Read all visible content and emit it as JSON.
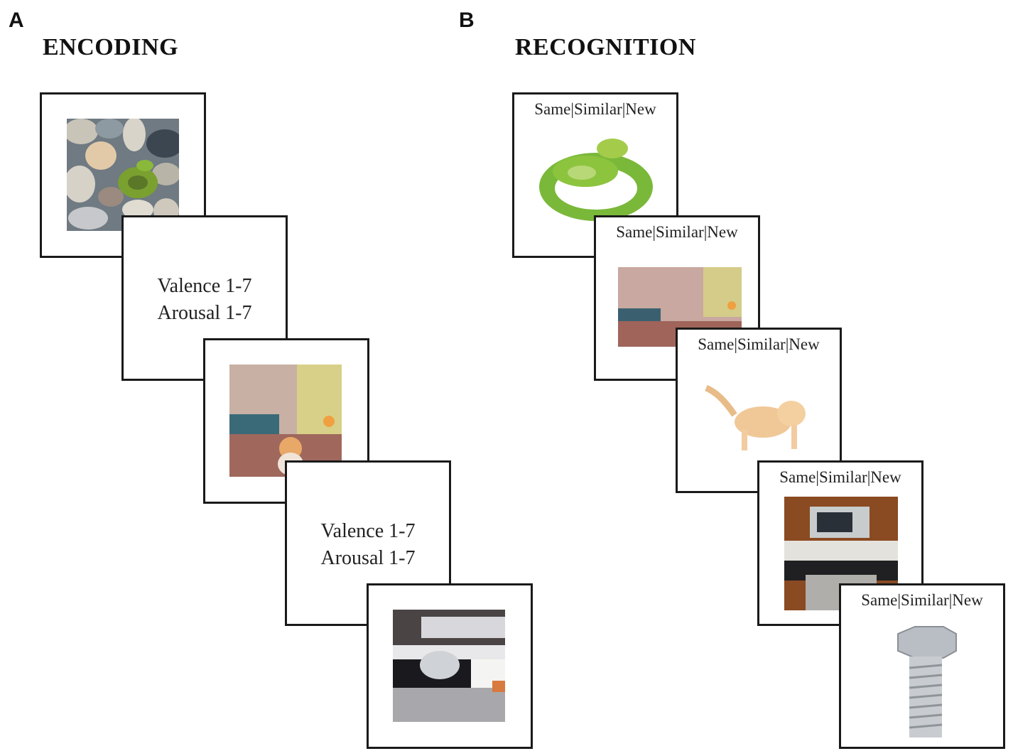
{
  "panel_a": {
    "letter": "A",
    "title": "ENCODING",
    "rating_cards": [
      {
        "line1": "Valence 1-7",
        "line2": "Arousal 1-7"
      },
      {
        "line1": "Valence 1-7",
        "line2": "Arousal 1-7"
      }
    ],
    "images": [
      "snake-on-rocks",
      "kitten-in-bedroom",
      "kettle-on-stove"
    ]
  },
  "panel_b": {
    "letter": "B",
    "title": "RECOGNITION",
    "prompt": "Same|Similar|New",
    "images": [
      "green-snake",
      "bedroom",
      "kitten",
      "kitchen",
      "bolt"
    ]
  }
}
